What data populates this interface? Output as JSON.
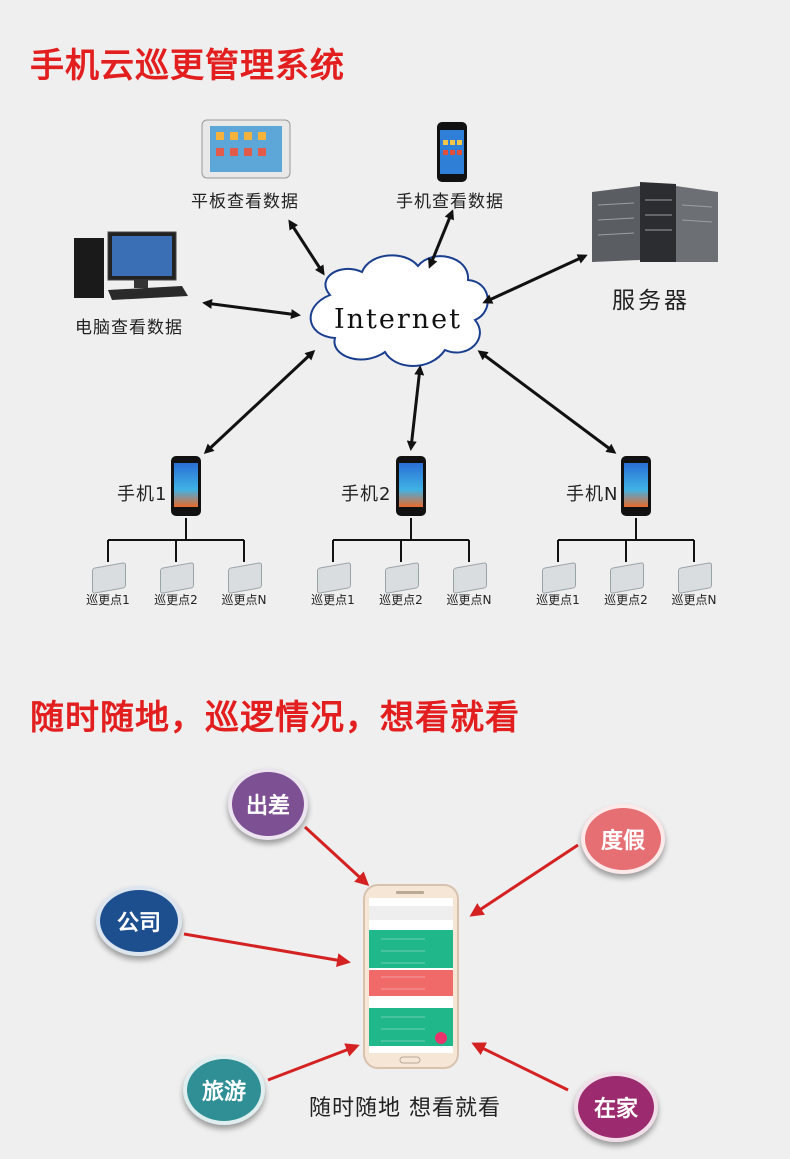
{
  "section1": {
    "title": "手机云巡更管理系统"
  },
  "devices": {
    "tablet": "平板查看数据",
    "phone_view": "手机查看数据",
    "server": "服务器",
    "pc": "电脑查看数据",
    "internet": "Internet"
  },
  "phones": [
    {
      "label": "手机1",
      "points": [
        "巡更点1",
        "巡更点2",
        "巡更点N"
      ]
    },
    {
      "label": "手机2",
      "points": [
        "巡更点1",
        "巡更点2",
        "巡更点N"
      ]
    },
    {
      "label": "手机N",
      "points": [
        "巡更点1",
        "巡更点2",
        "巡更点N"
      ]
    }
  ],
  "section2": {
    "title": "随时随地，巡逻情况，想看就看",
    "caption": "随时随地 想看就看"
  },
  "bubbles": {
    "chuchai": {
      "label": "出差",
      "color": "#7d4f93"
    },
    "dujia": {
      "label": "度假",
      "color": "#e66f73"
    },
    "gongsi": {
      "label": "公司",
      "color": "#1d4f8f"
    },
    "lvyou": {
      "label": "旅游",
      "color": "#2f8f94"
    },
    "zaijia": {
      "label": "在家",
      "color": "#9b2a6e"
    }
  },
  "colors": {
    "heading": "#e21e1e",
    "arrow_red": "#d42222",
    "arrow_black": "#111111"
  }
}
